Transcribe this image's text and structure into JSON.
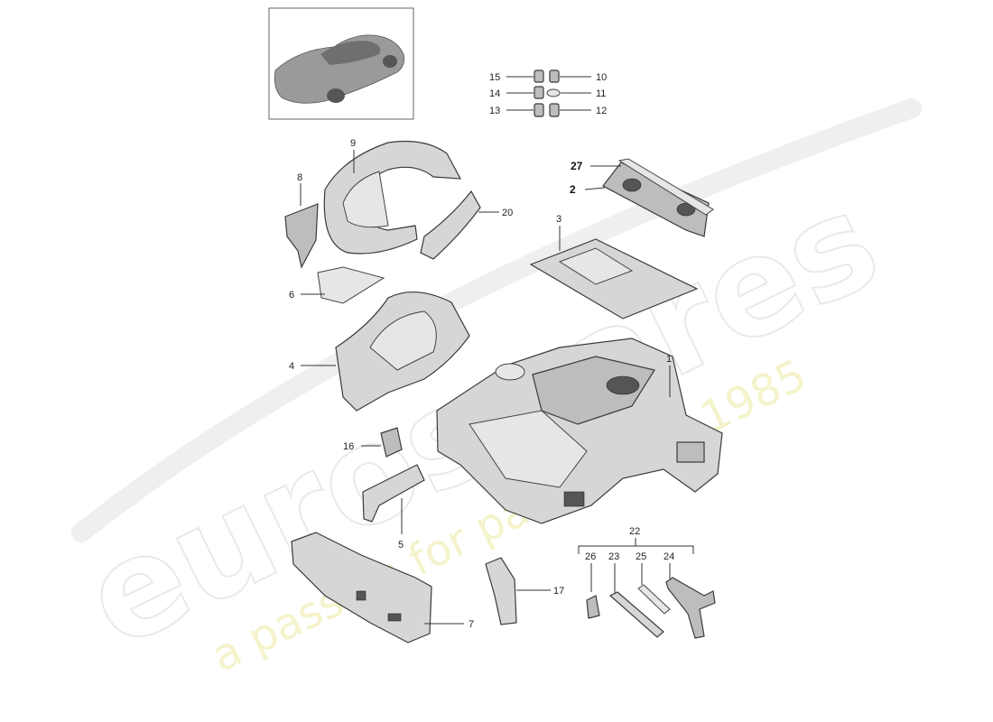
{
  "watermark": {
    "brand": "eurospares",
    "tagline": "a passion for parts since 1985"
  },
  "diagram": {
    "labels": {
      "p1": "1",
      "p2": "2",
      "p3": "3",
      "p4": "4",
      "p5": "5",
      "p6": "6",
      "p7": "7",
      "p8": "8",
      "p9": "9",
      "p10": "10",
      "p11": "11",
      "p12": "12",
      "p13": "13",
      "p14": "14",
      "p15": "15",
      "p16": "16",
      "p17": "17",
      "p20": "20",
      "p22": "22",
      "p23": "23",
      "p24": "24",
      "p25": "25",
      "p26": "26",
      "p27": "27"
    },
    "colors": {
      "part": "#d6d6d6",
      "outline": "#3a3a3a",
      "watermark": "#e9e9e9",
      "tagline": "#f3f1c2"
    }
  }
}
